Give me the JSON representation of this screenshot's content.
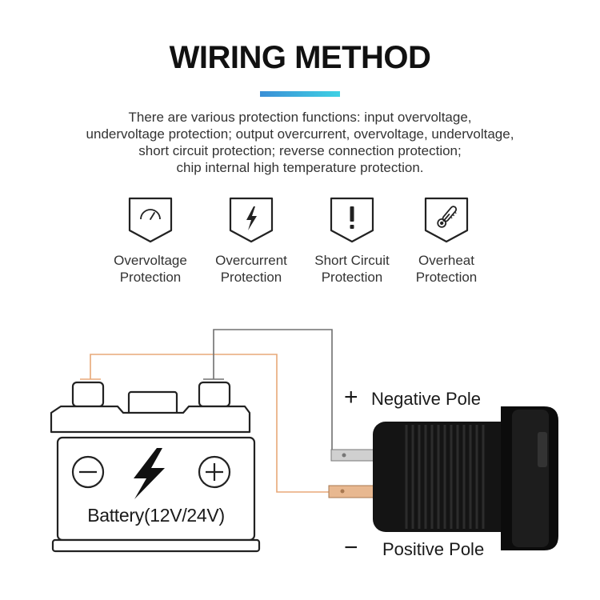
{
  "header": {
    "title": "WIRING METHOD",
    "description_lines": [
      "There are various protection functions: input overvoltage,",
      "undervoltage protection; output overcurrent, overvoltage, undervoltage,",
      "short circuit protection; reverse connection protection;",
      "chip internal high temperature protection."
    ],
    "accent_colors": [
      "#3a8fd6",
      "#3fd1e4"
    ]
  },
  "features": [
    {
      "icon": "gauge-icon",
      "line1": "Overvoltage",
      "line2": "Protection"
    },
    {
      "icon": "lightning-icon",
      "line1": "Overcurrent",
      "line2": "Protection"
    },
    {
      "icon": "exclamation-icon",
      "line1": "Short Circuit",
      "line2": "Protection"
    },
    {
      "icon": "thermometer-icon",
      "line1": "Overheat",
      "line2": "Protection"
    }
  ],
  "diagram": {
    "battery_label": "Battery(12V/24V)",
    "negative_sign": "+",
    "negative_label": "Negative Pole",
    "positive_sign": "−",
    "positive_label": "Positive Pole",
    "wire_colors": {
      "positive_wire": "#e8a878",
      "negative_wire": "#707070"
    }
  }
}
